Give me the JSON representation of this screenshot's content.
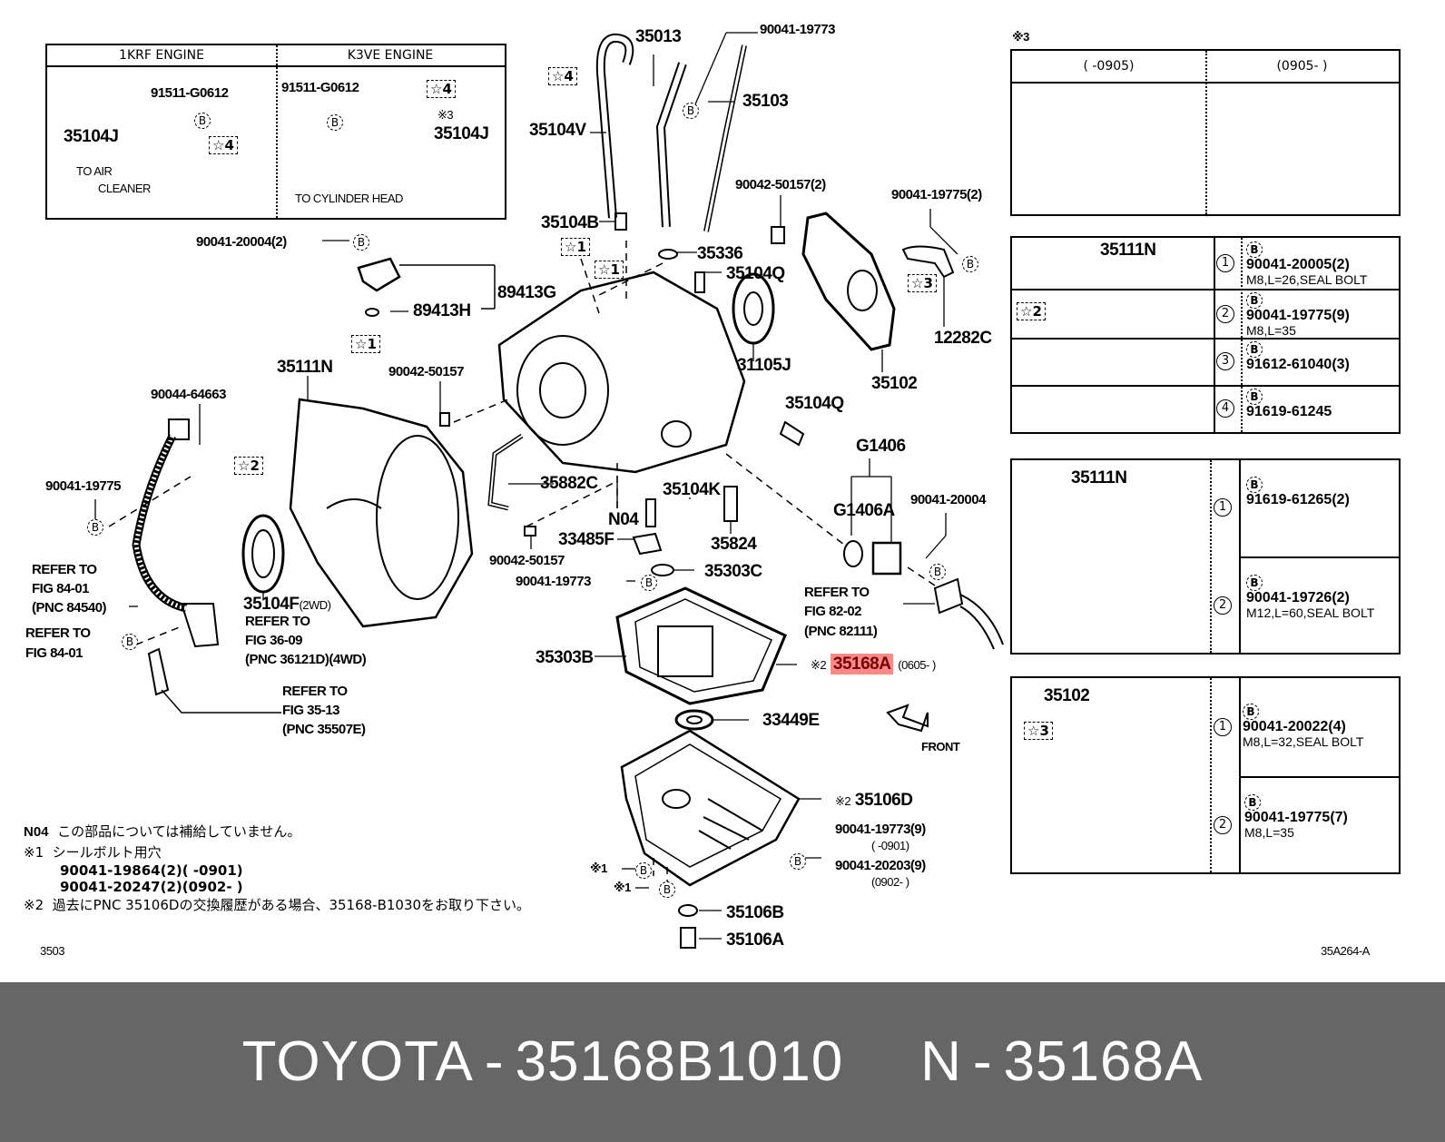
{
  "title_banner": {
    "brand": "TOYOTA",
    "sep1": "-",
    "part_number": "35168B1010",
    "flag": "N",
    "sep2": "-",
    "ref_code": "35168A",
    "bg_color": "#666666"
  },
  "inset_engines": {
    "col1_header": "1KRF ENGINE",
    "col2_header": "K3VE ENGINE",
    "col1": {
      "bolt": "91511-G0612",
      "bracket": "35104J",
      "star": "☆4",
      "note": "TO AIR\nCLEANER",
      "note_l1": "TO AIR",
      "note_l2": "CLEANER"
    },
    "col2": {
      "bolt": "91511-G0612",
      "bracket": "35104J",
      "star": "☆4",
      "mark": "※3",
      "note": "TO CYLINDER HEAD"
    }
  },
  "inset_variant": {
    "mark": "※3",
    "col1_header": "(      -0905)",
    "col2_header": "(0905-      )"
  },
  "bolt_tables": [
    {
      "part": "35111N",
      "star": "☆2",
      "rows": [
        {
          "num": "1",
          "b": "B",
          "part": "90041-20005(2)",
          "spec": "M8,L=26,SEAL BOLT"
        },
        {
          "num": "2",
          "b": "B",
          "part": "90041-19775(9)",
          "spec": "M8,L=35"
        },
        {
          "num": "3",
          "b": "B",
          "part": "91612-61040(3)",
          "spec": ""
        },
        {
          "num": "4",
          "b": "B",
          "part": "91619-61245",
          "spec": ""
        }
      ]
    },
    {
      "part": "35111N",
      "rows": [
        {
          "num": "1",
          "b": "B",
          "part": "91619-61265(2)",
          "spec": ""
        },
        {
          "num": "2",
          "b": "B",
          "part": "90041-19726(2)",
          "spec": "M12,L=60,SEAL BOLT"
        }
      ]
    },
    {
      "part": "35102",
      "star": "☆3",
      "rows": [
        {
          "num": "1",
          "b": "B",
          "part": "90041-20022(4)",
          "spec": "M8,L=32,SEAL BOLT"
        },
        {
          "num": "2",
          "b": "B",
          "part": "90041-19775(7)",
          "spec": "M8,L=35"
        }
      ]
    }
  ],
  "callouts": {
    "p35013": "35013",
    "p90041_19773_top": "90041-19773",
    "p35103": "35103",
    "p35104V": "35104V",
    "p35104B": "35104B",
    "p35336": "35336",
    "p35104Q_a": "35104Q",
    "p35104Q_b": "35104Q",
    "p31105J": "31105J",
    "p35102": "35102",
    "p12282C": "12282C",
    "p90042_50157_2": "90042-50157(2)",
    "p90041_19775_2": "90041-19775(2)",
    "p90041_20004_2": "90041-20004(2)",
    "p89413G": "89413G",
    "p89413H": "89413H",
    "p35111N": "35111N",
    "p90042_50157_a": "90042-50157",
    "p90044_64663": "90044-64663",
    "p90041_19775": "90041-19775",
    "p35882C": "35882C",
    "pN04": "N04",
    "p35104K": "35104K",
    "p35824": "35824",
    "p33485F": "33485F",
    "p90042_50157_b": "90042-50157",
    "p90041_19773_mid": "90041-19773",
    "p35303C": "35303C",
    "p35303B": "35303B",
    "p35104F": "35104F",
    "p35104F_note": "(2WD)",
    "pG1406": "G1406",
    "pG1406A": "G1406A",
    "p90041_20004": "90041-20004",
    "p33449E": "33449E",
    "front": "FRONT",
    "p35106D": "35106D",
    "p35106D_mark": "※2",
    "p90041_19773_9": "90041-19773(9)",
    "p90041_19773_9_range": "(       -0901)",
    "p90041_20203_9": "90041-20203(9)",
    "p90041_20203_9_range": "(0902-       )",
    "p35106B": "35106B",
    "p35106A": "35106A",
    "mark1a": "※1",
    "mark1b": "※1",
    "p35168A_mark": "※2",
    "p35168A": "35168A",
    "p35168A_range": "(0605-       )",
    "star1a": "☆1",
    "star1b": "☆1",
    "star1c": "☆1",
    "star2": "☆2",
    "star3": "☆3",
    "star4": "☆4"
  },
  "refer_notes": [
    {
      "l1": "REFER TO",
      "l2": "FIG 84-01",
      "l3": "(PNC 84540)"
    },
    {
      "l1": "REFER TO",
      "l2": "FIG 84-01"
    },
    {
      "l1": "REFER TO",
      "l2": "FIG 36-09",
      "l3": "(PNC 36121D)(4WD)"
    },
    {
      "l1": "REFER TO",
      "l2": "FIG 35-13",
      "l3": "(PNC 35507E)"
    },
    {
      "l1": "REFER TO",
      "l2": "FIG 82-02",
      "l3": "(PNC 82111)"
    }
  ],
  "notes": {
    "n04_code": "N04",
    "n04_text": "この部品については補給していません。",
    "n1_mark": "※1",
    "n1_text": "シールボルト用穴",
    "n1_line2": "90041-19864(2)(      -0901)",
    "n1_line3": "90041-20247(2)(0902-      )",
    "n2_mark": "※2",
    "n2_text": "過去にPNC 35106Dの交換履歴がある場合、35168-B1030をお取り下さい。",
    "fig_no": "3503",
    "drawing_id": "35A264-A"
  },
  "colors": {
    "highlight_bg": "#f88a88",
    "highlight_text": "#7a0000",
    "banner_bg": "#666666"
  }
}
